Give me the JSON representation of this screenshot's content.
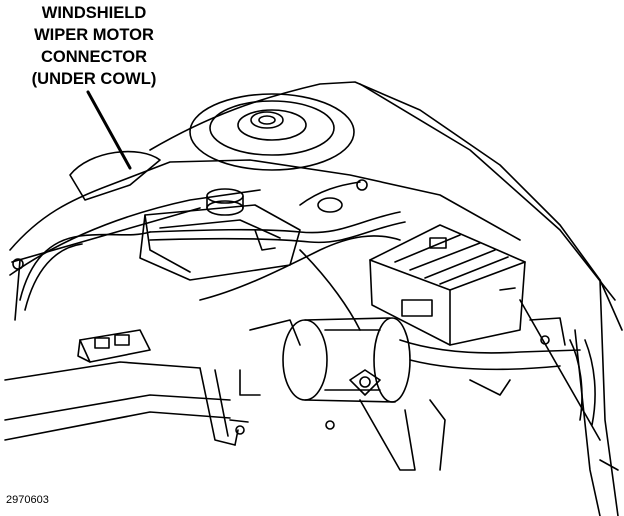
{
  "callout": {
    "lines": [
      "WINDSHIELD",
      "WIPER MOTOR",
      "CONNECTOR",
      "(UNDER COWL)"
    ]
  },
  "figure_number": "2970603"
}
